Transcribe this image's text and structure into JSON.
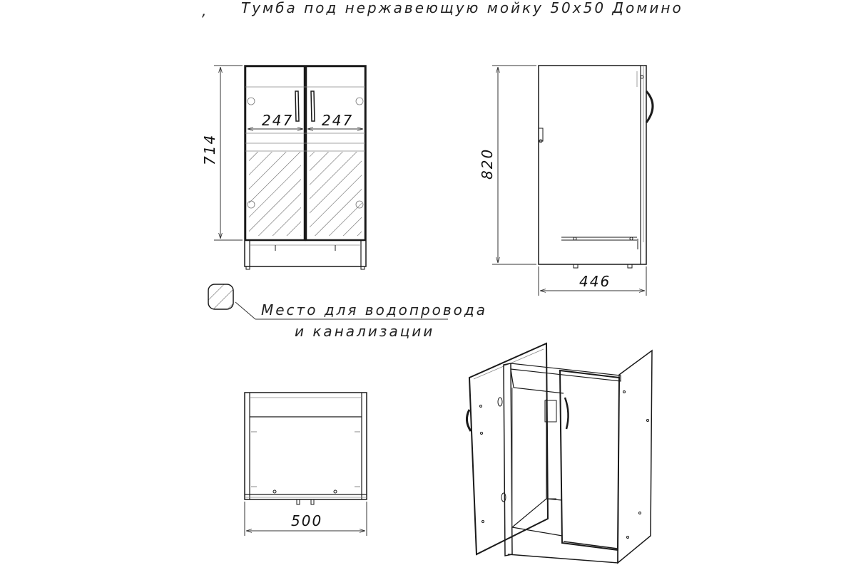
{
  "title": "Тумба под нержавеющую мойку 50х50 Домино",
  "mark": ",",
  "dimensions": {
    "door_width_left": "247",
    "door_width_right": "247",
    "front_height": "714",
    "side_height": "820",
    "depth": "446",
    "width": "500"
  },
  "legend": {
    "line1": "Место для водопровода",
    "line2": "и канализации"
  },
  "colors": {
    "line": "#1a1a1a",
    "hatch": "#555555",
    "thin": "#777777"
  }
}
